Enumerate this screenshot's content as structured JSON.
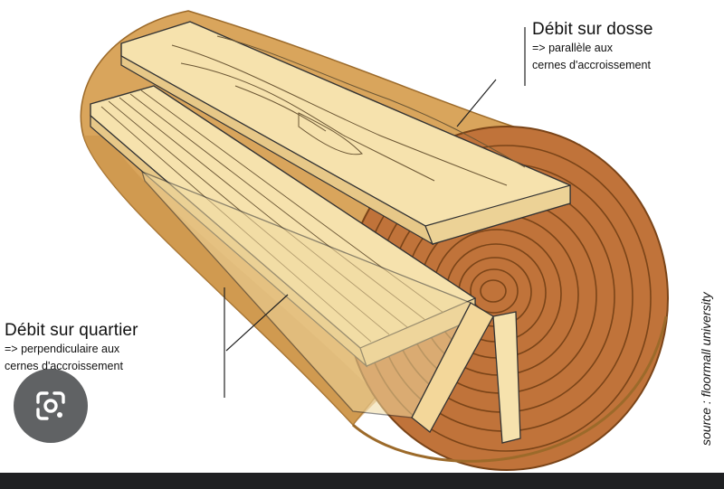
{
  "labels": {
    "dosse_title": "Débit sur dosse",
    "dosse_line1": "=> parallèle aux",
    "dosse_line2": "cernes d'accroissement",
    "quartier_title": "Débit sur quartier",
    "quartier_line1": "=> perpendiculaire aux",
    "quartier_line2": "cernes d'accroissement",
    "source": "source : floormall university"
  },
  "icons": {
    "lens": "google-lens-icon"
  },
  "colors": {
    "bark": "#d9a55c",
    "end_grain": "#c0733a",
    "ring": "#7a4418",
    "plank": "#f6e2ad",
    "plank_edge": "#e7c888",
    "lens_bg": "#46484a",
    "bar": "#1f2022"
  }
}
